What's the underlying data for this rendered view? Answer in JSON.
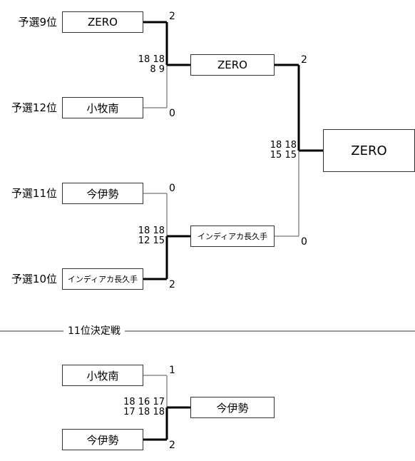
{
  "bracket": {
    "seeds": {
      "s1": "予選9位",
      "s2": "予選12位",
      "s3": "予選11位",
      "s4": "予選10位"
    },
    "r1": {
      "t1": "ZERO",
      "t2": "小牧南",
      "t3": "今伊勢",
      "t4": "インディアカ長久手"
    },
    "r2": {
      "m1_winner": "ZERO",
      "m2_winner": "インディアカ長久手"
    },
    "champion": "ZERO",
    "scores": {
      "m1_top": "2",
      "m1_bottom": "0",
      "m1_sets_line1": "18 18",
      "m1_sets_line2": "8  9",
      "m2_top": "0",
      "m2_bottom": "2",
      "m2_sets_line1": "18 18",
      "m2_sets_line2": "12 15",
      "final_top": "2",
      "final_bottom": "0",
      "final_sets_line1": "18 18",
      "final_sets_line2": "15 15"
    }
  },
  "playoff": {
    "title": "11位決定戦",
    "team_top": "小牧南",
    "team_bottom": "今伊勢",
    "winner": "今伊勢",
    "score_top": "1",
    "score_bottom": "2",
    "sets_line1": "18 16 17",
    "sets_line2": "17 18 18"
  }
}
